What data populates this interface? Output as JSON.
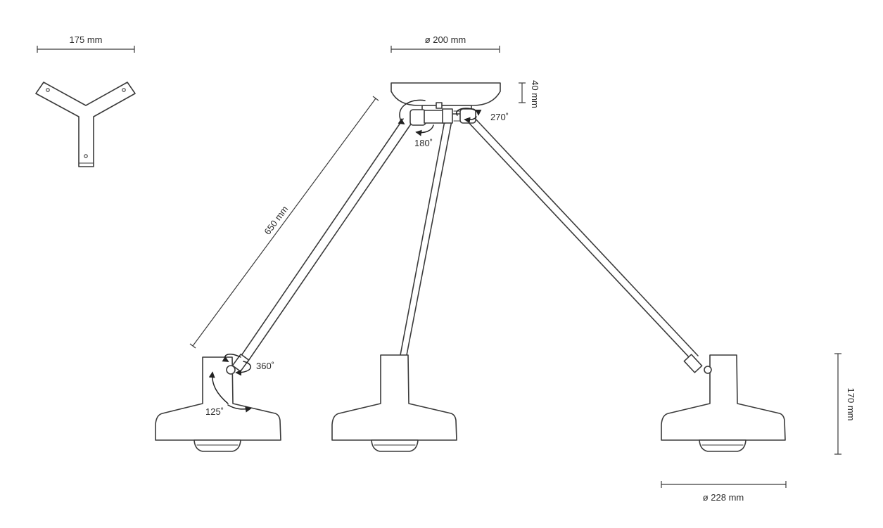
{
  "dimensions": {
    "bracket_width": "175 mm",
    "canopy_diameter": "ø 200 mm",
    "canopy_height": "40 mm",
    "arm_length": "650 mm",
    "shade_height": "170 mm",
    "shade_diameter": "ø 228 mm"
  },
  "angles": {
    "canopy_joint_rotation": "270˚",
    "arm_joint_rotation": "180˚",
    "shade_swivel": "360˚",
    "shade_tilt": "125˚"
  },
  "colors": {
    "line": "#3a3a3a",
    "background": "#ffffff"
  }
}
